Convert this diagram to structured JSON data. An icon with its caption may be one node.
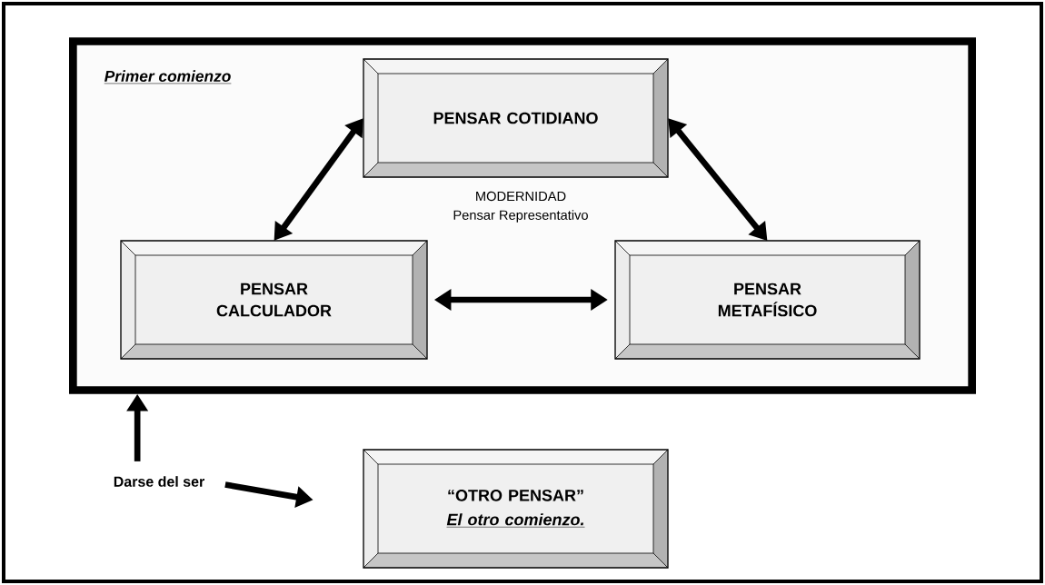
{
  "diagram": {
    "nodes": [
      {
        "text": [
          "Primer comienzo"
        ]
      },
      {
        "text": [
          "PENSAR COTIDIANO"
        ],
        "in": 0
      },
      {
        "text": [
          "PENSAR CALCULADOR"
        ],
        "in": 0
      },
      {
        "text": [
          "PENSAR METAFÍSICO"
        ],
        "in": 0
      },
      {
        "text": [
          "“OTRO PENSAR”",
          "El otro comienzo."
        ]
      },
      {
        "text": [
          "Darse del ser"
        ]
      }
    ],
    "edges": [
      {
        "from": 1,
        "to": 2,
        "arrow": "both"
      },
      {
        "from": 1,
        "to": 3,
        "arrow": "both"
      },
      {
        "from": 2,
        "to": 3,
        "arrow": "both"
      },
      {
        "from": 5,
        "to": 0,
        "arrow": "to"
      },
      {
        "from": 5,
        "to": 4,
        "arrow": "to"
      }
    ],
    "labels": [
      "MODERNIDAD",
      "Pensar Representativo"
    ]
  }
}
